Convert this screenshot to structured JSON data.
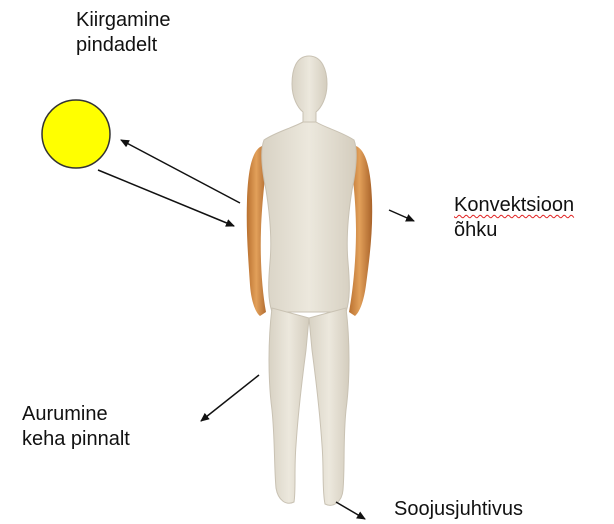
{
  "labels": {
    "radiation": {
      "line1": "Kiirgamine",
      "line2": "pindadelt"
    },
    "convection": {
      "line1": "Konvektsioon",
      "line2": "õhku"
    },
    "evaporation": {
      "line1": "Aurumine",
      "line2": "keha pinnalt"
    },
    "conduction": {
      "line1": "Soojusjuhtivus"
    }
  },
  "colors": {
    "sun_fill": "#ffff00",
    "sun_stroke": "#333333",
    "arrow": "#111111",
    "mannequin_body": "#e7e2d6",
    "mannequin_shade": "#c9c2b3",
    "mannequin_arm": "#d4924c"
  }
}
